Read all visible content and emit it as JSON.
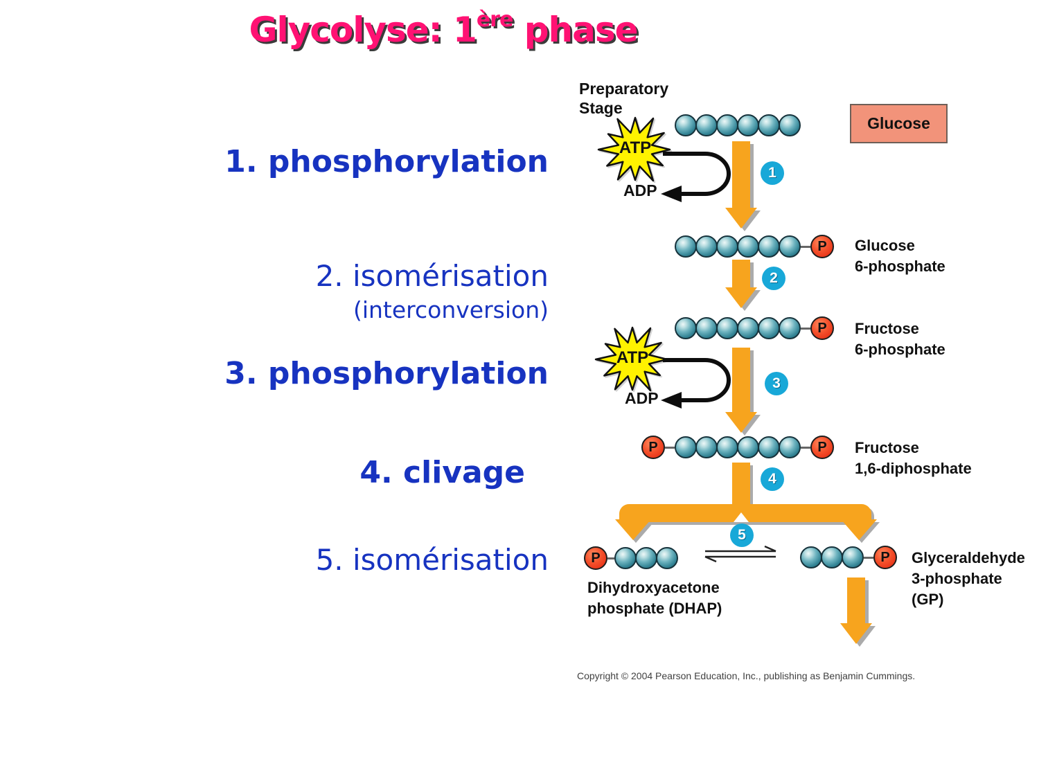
{
  "title": {
    "text_before_sup": "Glycolyse: 1",
    "sup": "ère",
    "text_after_sup": " phase"
  },
  "steps": [
    {
      "text": "1. phosphorylation"
    },
    {
      "text": "2. isomérisation",
      "sub": "(interconversion)"
    },
    {
      "text": "3. phosphorylation"
    },
    {
      "text": "4. clivage"
    },
    {
      "text": "5. isomérisation"
    }
  ],
  "diagram": {
    "stage_label_line1": "Preparatory",
    "stage_label_line2": "Stage",
    "glucose_box_label": "Glucose",
    "atp_label": "ATP",
    "adp_label": "ADP",
    "phosphate_symbol": "P",
    "step_numbers": [
      "1",
      "2",
      "3",
      "4",
      "5"
    ],
    "molecule_labels": {
      "glucose_6_phosphate": [
        "Glucose",
        "6-phosphate"
      ],
      "fructose_6_phosphate": [
        "Fructose",
        "6-phosphate"
      ],
      "fructose_16_diphosphate": [
        "Fructose",
        "1,6-diphosphate"
      ],
      "dhap": [
        "Dihydroxyacetone",
        "phosphate (DHAP)"
      ],
      "glyceraldehyde_3_phosphate": [
        "Glyceraldehyde",
        "3-phosphate",
        "(GP)"
      ]
    },
    "copyright": "Copyright © 2004 Pearson Education, Inc., publishing as Benjamin Cummings."
  },
  "colors": {
    "title_pink": "#ff1273",
    "step_blue": "#1733c0",
    "arrow_orange": "#f7a41e",
    "step_circle_cyan": "#18a8d8",
    "phosphate_red": "#ee3d22",
    "ball_teal": "#338495",
    "glucose_box_salmon": "#f2937a",
    "atp_yellow": "#fff200"
  }
}
